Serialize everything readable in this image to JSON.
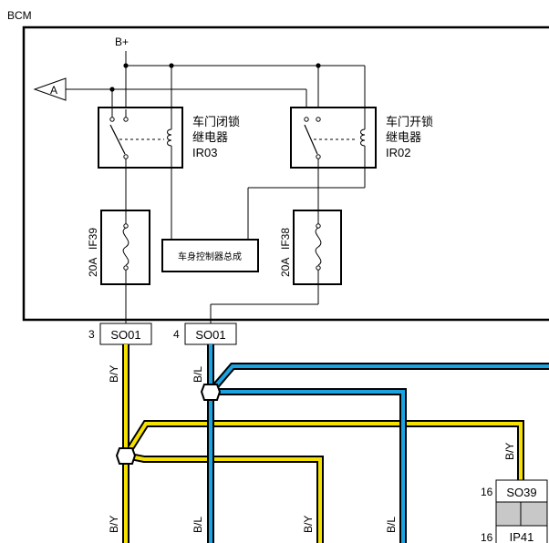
{
  "module": {
    "name": "BCM",
    "supply": "B+",
    "ground_ref": "A"
  },
  "relays": [
    {
      "name_line1": "车门闭锁",
      "name_line2": "继电器",
      "code": "IR03"
    },
    {
      "name_line1": "车门开锁",
      "name_line2": "继电器",
      "code": "IR02"
    }
  ],
  "fuses": [
    {
      "rating": "20A",
      "code": "IF39"
    },
    {
      "rating": "20A",
      "code": "IF38"
    }
  ],
  "controller": {
    "label": "车身控制器总成"
  },
  "connectors": [
    {
      "pin": "3",
      "name": "SO01"
    },
    {
      "pin": "4",
      "name": "SO01"
    },
    {
      "pin": "16",
      "name": "SO39"
    },
    {
      "pin": "16",
      "name": "IP41"
    }
  ],
  "wire_labels": {
    "by_top": "B/Y",
    "bl_top": "B/L",
    "by_right": "B/Y",
    "by_bottom_1": "B/Y",
    "bl_bottom_1": "B/L",
    "by_bottom_2": "B/Y",
    "bl_bottom_2": "B/L"
  },
  "colors": {
    "yellow_wire": "#f5e100",
    "blue_wire": "#1aa3e0",
    "line": "#000000",
    "connector_fill": "#c8c8c8"
  }
}
